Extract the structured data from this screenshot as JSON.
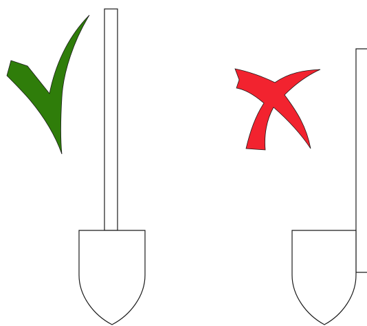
{
  "panels": [
    {
      "verdict": "correct",
      "mark_icon": "check-mark",
      "mark_color": "#2f7d0a",
      "handle": "centered",
      "shape": "shovel"
    },
    {
      "verdict": "incorrect",
      "mark_icon": "x-mark",
      "mark_color": "#f2232f",
      "handle": "offset-to-edge",
      "shape": "shovel"
    }
  ]
}
